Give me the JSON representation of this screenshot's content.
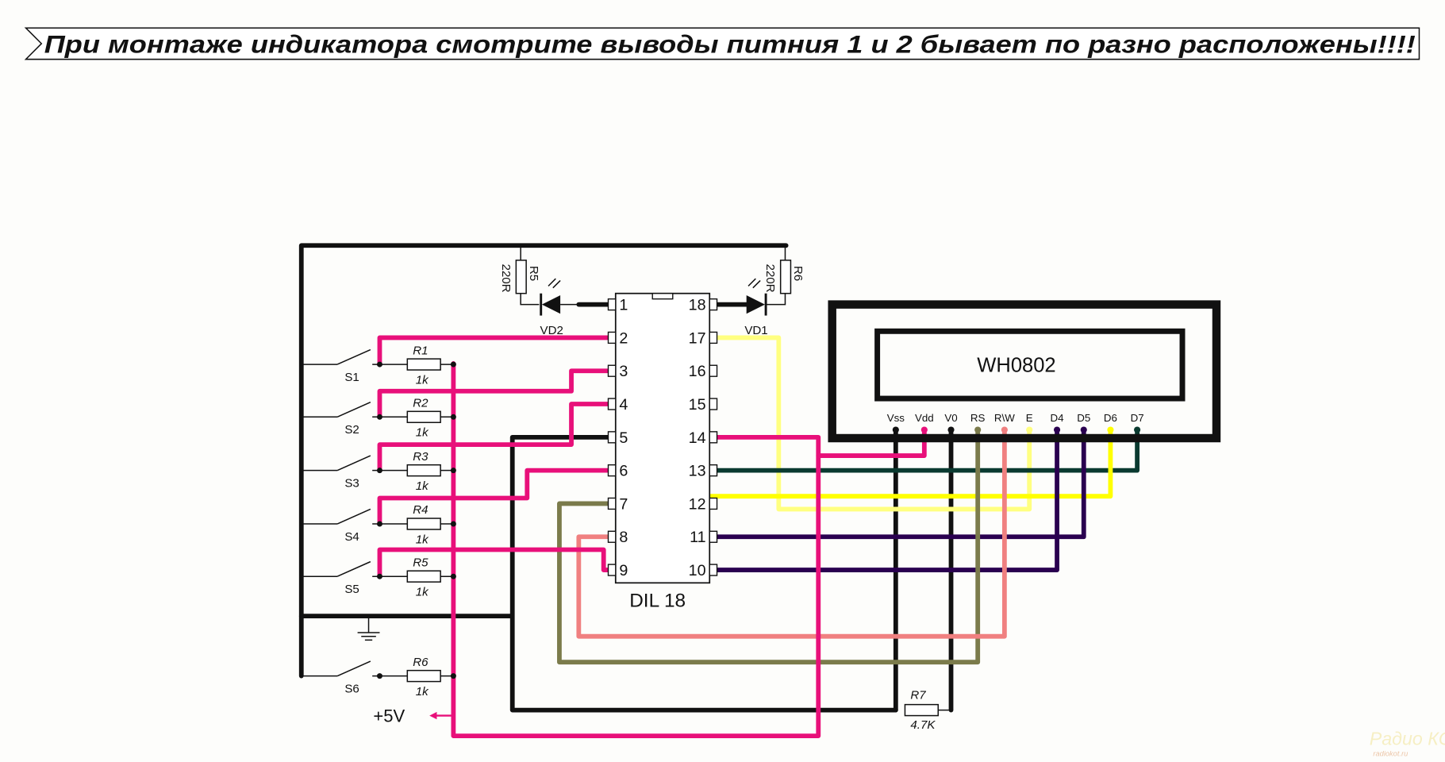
{
  "banner": {
    "text": "При монтаже индикатора смотрите выводы питния 1 и 2 бывает по разно расположены!!!!"
  },
  "chip": {
    "label": "DIL 18",
    "left_pins": [
      "1",
      "2",
      "3",
      "4",
      "5",
      "6",
      "7",
      "8",
      "9"
    ],
    "right_pins": [
      "18",
      "17",
      "16",
      "15",
      "14",
      "13",
      "12",
      "11",
      "10"
    ]
  },
  "leds": [
    {
      "name": "VD2"
    },
    {
      "name": "VD1"
    }
  ],
  "led_resistors": [
    {
      "name": "R5",
      "value": "220R"
    },
    {
      "name": "R6",
      "value": "220R"
    }
  ],
  "switches": [
    {
      "switch": "S1",
      "resistor": "R1",
      "value": "1k"
    },
    {
      "switch": "S2",
      "resistor": "R2",
      "value": "1k"
    },
    {
      "switch": "S3",
      "resistor": "R3",
      "value": "1k"
    },
    {
      "switch": "S4",
      "resistor": "R4",
      "value": "1k"
    },
    {
      "switch": "S5",
      "resistor": "R5",
      "value": "1k"
    },
    {
      "switch": "S6",
      "resistor": "R6",
      "value": "1k"
    }
  ],
  "lcd": {
    "label": "WH0802",
    "pins": [
      "Vss",
      "Vdd",
      "V0",
      "RS",
      "R\\W",
      "E",
      "D4",
      "D5",
      "D6",
      "D7"
    ]
  },
  "contrast_resistor": {
    "name": "R7",
    "value": "4.7K"
  },
  "power": {
    "label": "+5V"
  },
  "wire_colors": {
    "power": "#e8107a",
    "ground": "#111111",
    "rs": "#7b7b4b",
    "rw": "#f08080",
    "e": "#ffff80",
    "d4": "#2a0050",
    "d5": "#2a0050",
    "d6": "#ffff00",
    "d7": "#0a3a30"
  },
  "watermark": {
    "logo": "Радио КОТ",
    "site": "radiokot.ru"
  }
}
